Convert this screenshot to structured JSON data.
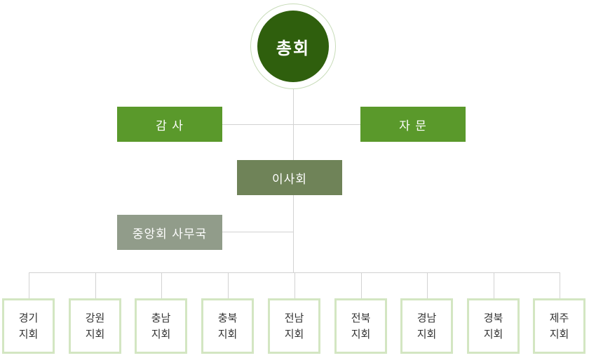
{
  "root": {
    "label": "총회"
  },
  "audit": {
    "label": "감 사"
  },
  "advisory": {
    "label": "자 문"
  },
  "board": {
    "label": "이사회"
  },
  "central_office": {
    "label": "중앙회 사무국"
  },
  "branches": [
    {
      "region": "경기",
      "unit": "지회"
    },
    {
      "region": "강원",
      "unit": "지회"
    },
    {
      "region": "충남",
      "unit": "지회"
    },
    {
      "region": "충북",
      "unit": "지회"
    },
    {
      "region": "전남",
      "unit": "지회"
    },
    {
      "region": "전북",
      "unit": "지회"
    },
    {
      "region": "경남",
      "unit": "지회"
    },
    {
      "region": "경북",
      "unit": "지회"
    },
    {
      "region": "제주",
      "unit": "지회"
    }
  ],
  "colors": {
    "root": "#2f5f0d",
    "audit_advisory": "#5a992b",
    "board": "#6f8358",
    "office": "#919c8a",
    "branch_border": "#d3e6c2",
    "connector": "#d2d2d2"
  }
}
